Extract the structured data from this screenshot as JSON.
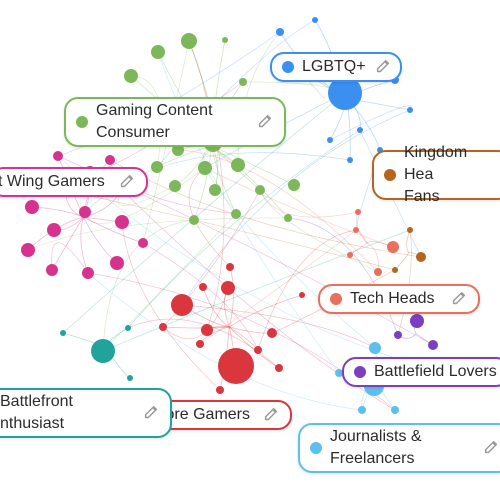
{
  "communities": [
    {
      "id": "lgbtq",
      "label": "LGBTQ+",
      "color": "#3b8ff0"
    },
    {
      "id": "gaming",
      "label": "Gaming Content Consumer",
      "color": "#7cb85a"
    },
    {
      "id": "rightwing",
      "label": "t Wing Gamers",
      "color": "#d6338f"
    },
    {
      "id": "kingdom",
      "label": "Kingdom Hea Fans",
      "color": "#b5651d"
    },
    {
      "id": "tech",
      "label": "Tech Heads",
      "color": "#e8705c"
    },
    {
      "id": "battlefield",
      "label": "Battlefield Lovers",
      "color": "#7b3fbf"
    },
    {
      "id": "battlefront",
      "label": "Battlefront nthusiast",
      "color": "#20a39a"
    },
    {
      "id": "core",
      "label": "ore Gamers",
      "color": "#d9363e"
    },
    {
      "id": "journalists",
      "label": "Journalists & Freelancers",
      "color": "#5bc0eb"
    }
  ],
  "labels": {
    "lgbtq": "LGBTQ+",
    "gaming_line1": "Gaming Content",
    "gaming_line2": "Consumer",
    "rightwing": "t Wing Gamers",
    "kingdom_line1": "Kingdom Hea",
    "kingdom_line2": "Fans",
    "tech": "Tech Heads",
    "battlefield": "Battlefield Lovers",
    "battlefront_line1": "Battlefront",
    "battlefront_line2": "nthusiast",
    "core": "ore Gamers",
    "journalists_line1": "Journalists &",
    "journalists_line2": "Freelancers"
  },
  "icons": {
    "edit": "pencil-icon"
  }
}
